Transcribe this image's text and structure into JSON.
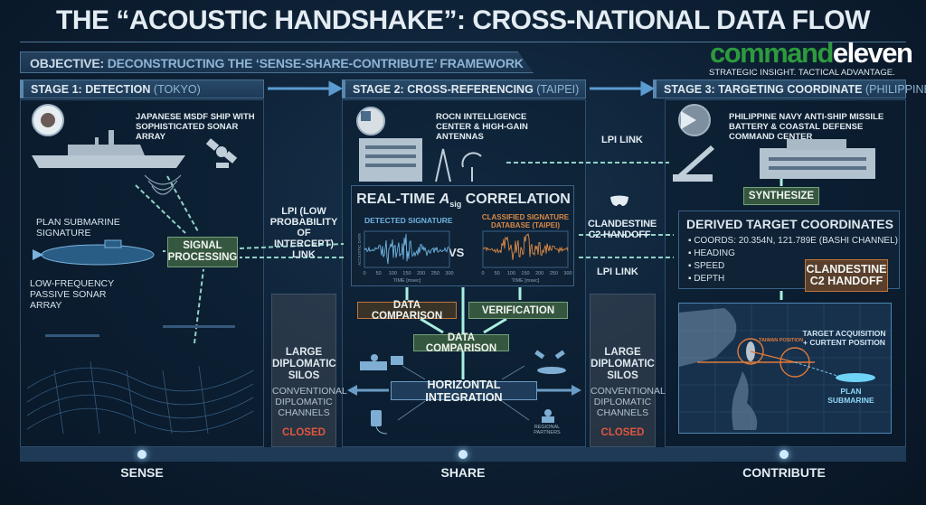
{
  "title": "THE “ACOUSTIC HANDSHAKE”: CROSS-NATIONAL DATA FLOW",
  "objective": {
    "label": "OBJECTIVE:",
    "text": "DECONSTRUCTING THE ‘SENSE-SHARE-CONTRIBUTE’ FRAMEWORK"
  },
  "logo": {
    "part1": "command",
    "part2": "eleven",
    "tagline": "STRATEGIC INSIGHT. TACTICAL ADVANTAGE."
  },
  "stages": [
    {
      "title": "STAGE 1: DETECTION",
      "place": "(TOKYO)"
    },
    {
      "title": "STAGE 2: CROSS-REFERENCING",
      "place": "(TAIPEI)"
    },
    {
      "title": "STAGE 3: TARGETING COORDINATE",
      "place": "(PHILIPPINES)"
    }
  ],
  "stage1": {
    "ship_label": "JAPANESE MSDF SHIP WITH SOPHISTICATED SONAR ARRAY",
    "sub_label": "PLAN SUBMARINE SIGNATURE",
    "sonar_label": "LOW-FREQUENCY PASSIVE SONAR ARRAY",
    "signal_processing": "SIGNAL PROCESSING"
  },
  "links": {
    "lpi_full": "LPI (LOW PROBABILITY OF INTERCEPT) LINK",
    "lpi_top": "LPI LINK",
    "lpi_bottom": "LPI LINK",
    "handoff": "CLANDESTINE C2 HANDOFF"
  },
  "silos": [
    {
      "title": "LARGE DIPLOMATIC SILOS",
      "sub": "CONVENTIONAL DIPLOMATIC CHANNELS",
      "status": "CLOSED"
    },
    {
      "title": "LARGE DIPLOMATIC SILOS",
      "sub": "CONVENTIONAL DIPLOMATIC CHANNELS",
      "status": "CLOSED"
    }
  ],
  "stage2": {
    "center_label": "ROCN INTELLIGENCE CENTER & HIGH-GAIN ANTENNAS",
    "correlation": {
      "title_a": "REAL-TIME ",
      "title_sym": "A",
      "title_sub": "sig",
      "title_b": " CORRELATION",
      "left_title": "DETECTED SIGNATURE",
      "right_title": "CLASSIFIED SIGNATURE DATABASE (TAIPEI)",
      "vs": "VS",
      "xlabel": "TIME [msec]",
      "ylabel": "ACOUSTIC DATA",
      "ticks": [
        "0",
        "50",
        "100",
        "150",
        "200",
        "250",
        "300"
      ],
      "left_color": "#6fb3e0",
      "right_color": "#d98a45"
    },
    "data_comparison_1": "DATA COMPARISON",
    "verification": "VERIFICATION",
    "data_comparison_2": "DATA COMPARISON",
    "horizontal_integration": "HORIZONTAL INTEGRATION",
    "partners_label": "REGIONAL PARTNERS"
  },
  "stage3": {
    "center_label": "PHILIPPINE NAVY ANTI-SHIP MISSILE BATTERY & COASTAL DEFENSE COMMAND CENTER",
    "synthesize": "SYNTHESIZE",
    "derived_title": "DERIVED TARGET COORDINATES",
    "derived_items": [
      "COORDS: 20.354N, 121.789E (BASHI CHANNEL)",
      "HEADING",
      "SPEED",
      "DEPTH"
    ],
    "handoff": "CLANDESTINE C2 HANDOFF",
    "map": {
      "taiwan_label": "TAIWAN POSITION",
      "acq_label": "TARGET ACQUISITION + CURTENT POSITION",
      "sub_label": "PLAN SUBMARINE"
    }
  },
  "footer": [
    "SENSE",
    "SHARE",
    "CONTRIBUTE"
  ]
}
